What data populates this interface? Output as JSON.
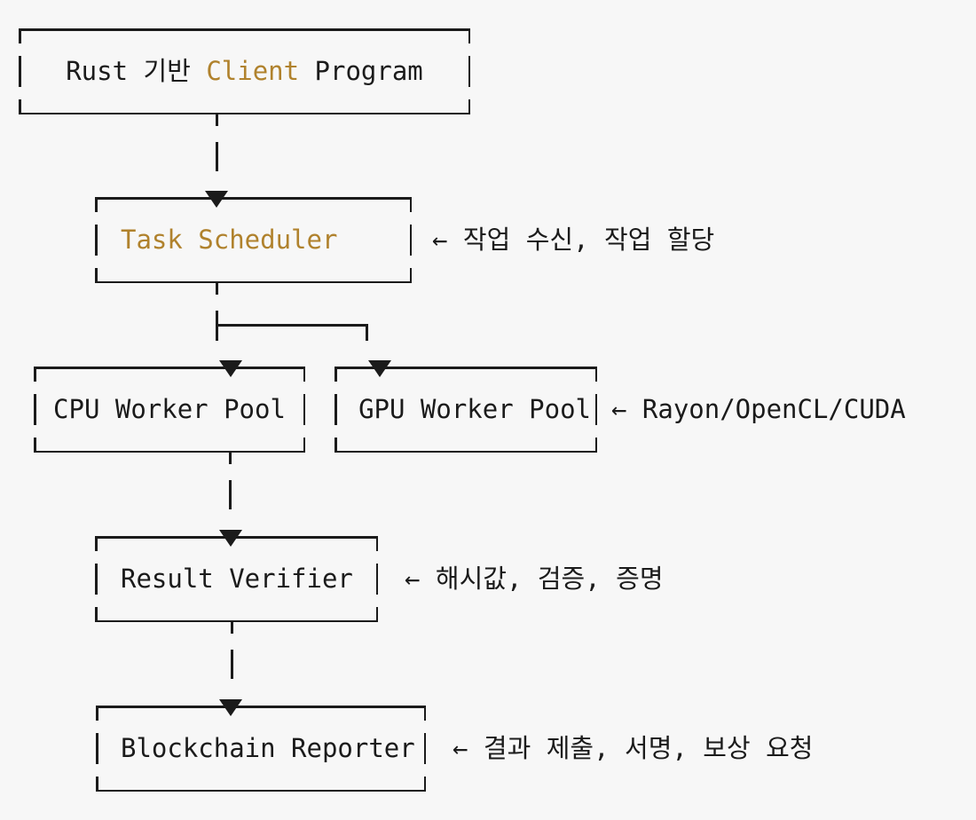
{
  "canvas": {
    "background_color": "#f7f7f7",
    "ink_color": "#1b1b1b",
    "accent_color": "#b0822d"
  },
  "diagram": {
    "nodes": {
      "client": {
        "label_prefix": "Rust 기반 ",
        "label_accent": "Client",
        "label_suffix": " Program"
      },
      "scheduler": {
        "label": "Task Scheduler",
        "annotation": "← 작업 수신, 작업 할당"
      },
      "cpu": {
        "label": "CPU Worker Pool"
      },
      "gpu": {
        "label": "GPU Worker Pool",
        "annotation": "← Rayon/OpenCL/CUDA"
      },
      "verifier": {
        "label": "Result Verifier",
        "annotation": "← 해시값, 검증, 증명"
      },
      "reporter": {
        "label": "Blockchain Reporter",
        "annotation": "← 결과 제출, 서명, 보상 요청"
      }
    }
  }
}
